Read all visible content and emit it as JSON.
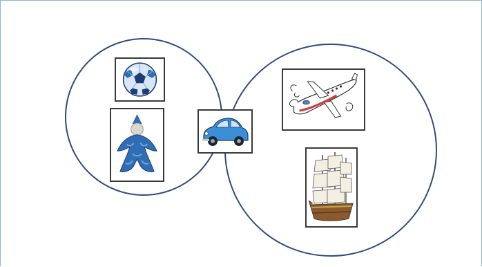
{
  "diagram": {
    "type": "venn",
    "colors": {
      "circle_stroke": "#2e4b7e",
      "frame_border": "#8fb3cf",
      "blue_toy": "#2f6db5",
      "light_blue": "#6ea6d8"
    },
    "sets": [
      {
        "id": "left-set",
        "items": [
          "ball-icon",
          "plush-toy-icon"
        ]
      },
      {
        "id": "right-set",
        "items": [
          "airplane-icon",
          "sailing-ship-icon"
        ]
      },
      {
        "id": "intersection",
        "items": [
          "car-icon"
        ]
      }
    ]
  }
}
